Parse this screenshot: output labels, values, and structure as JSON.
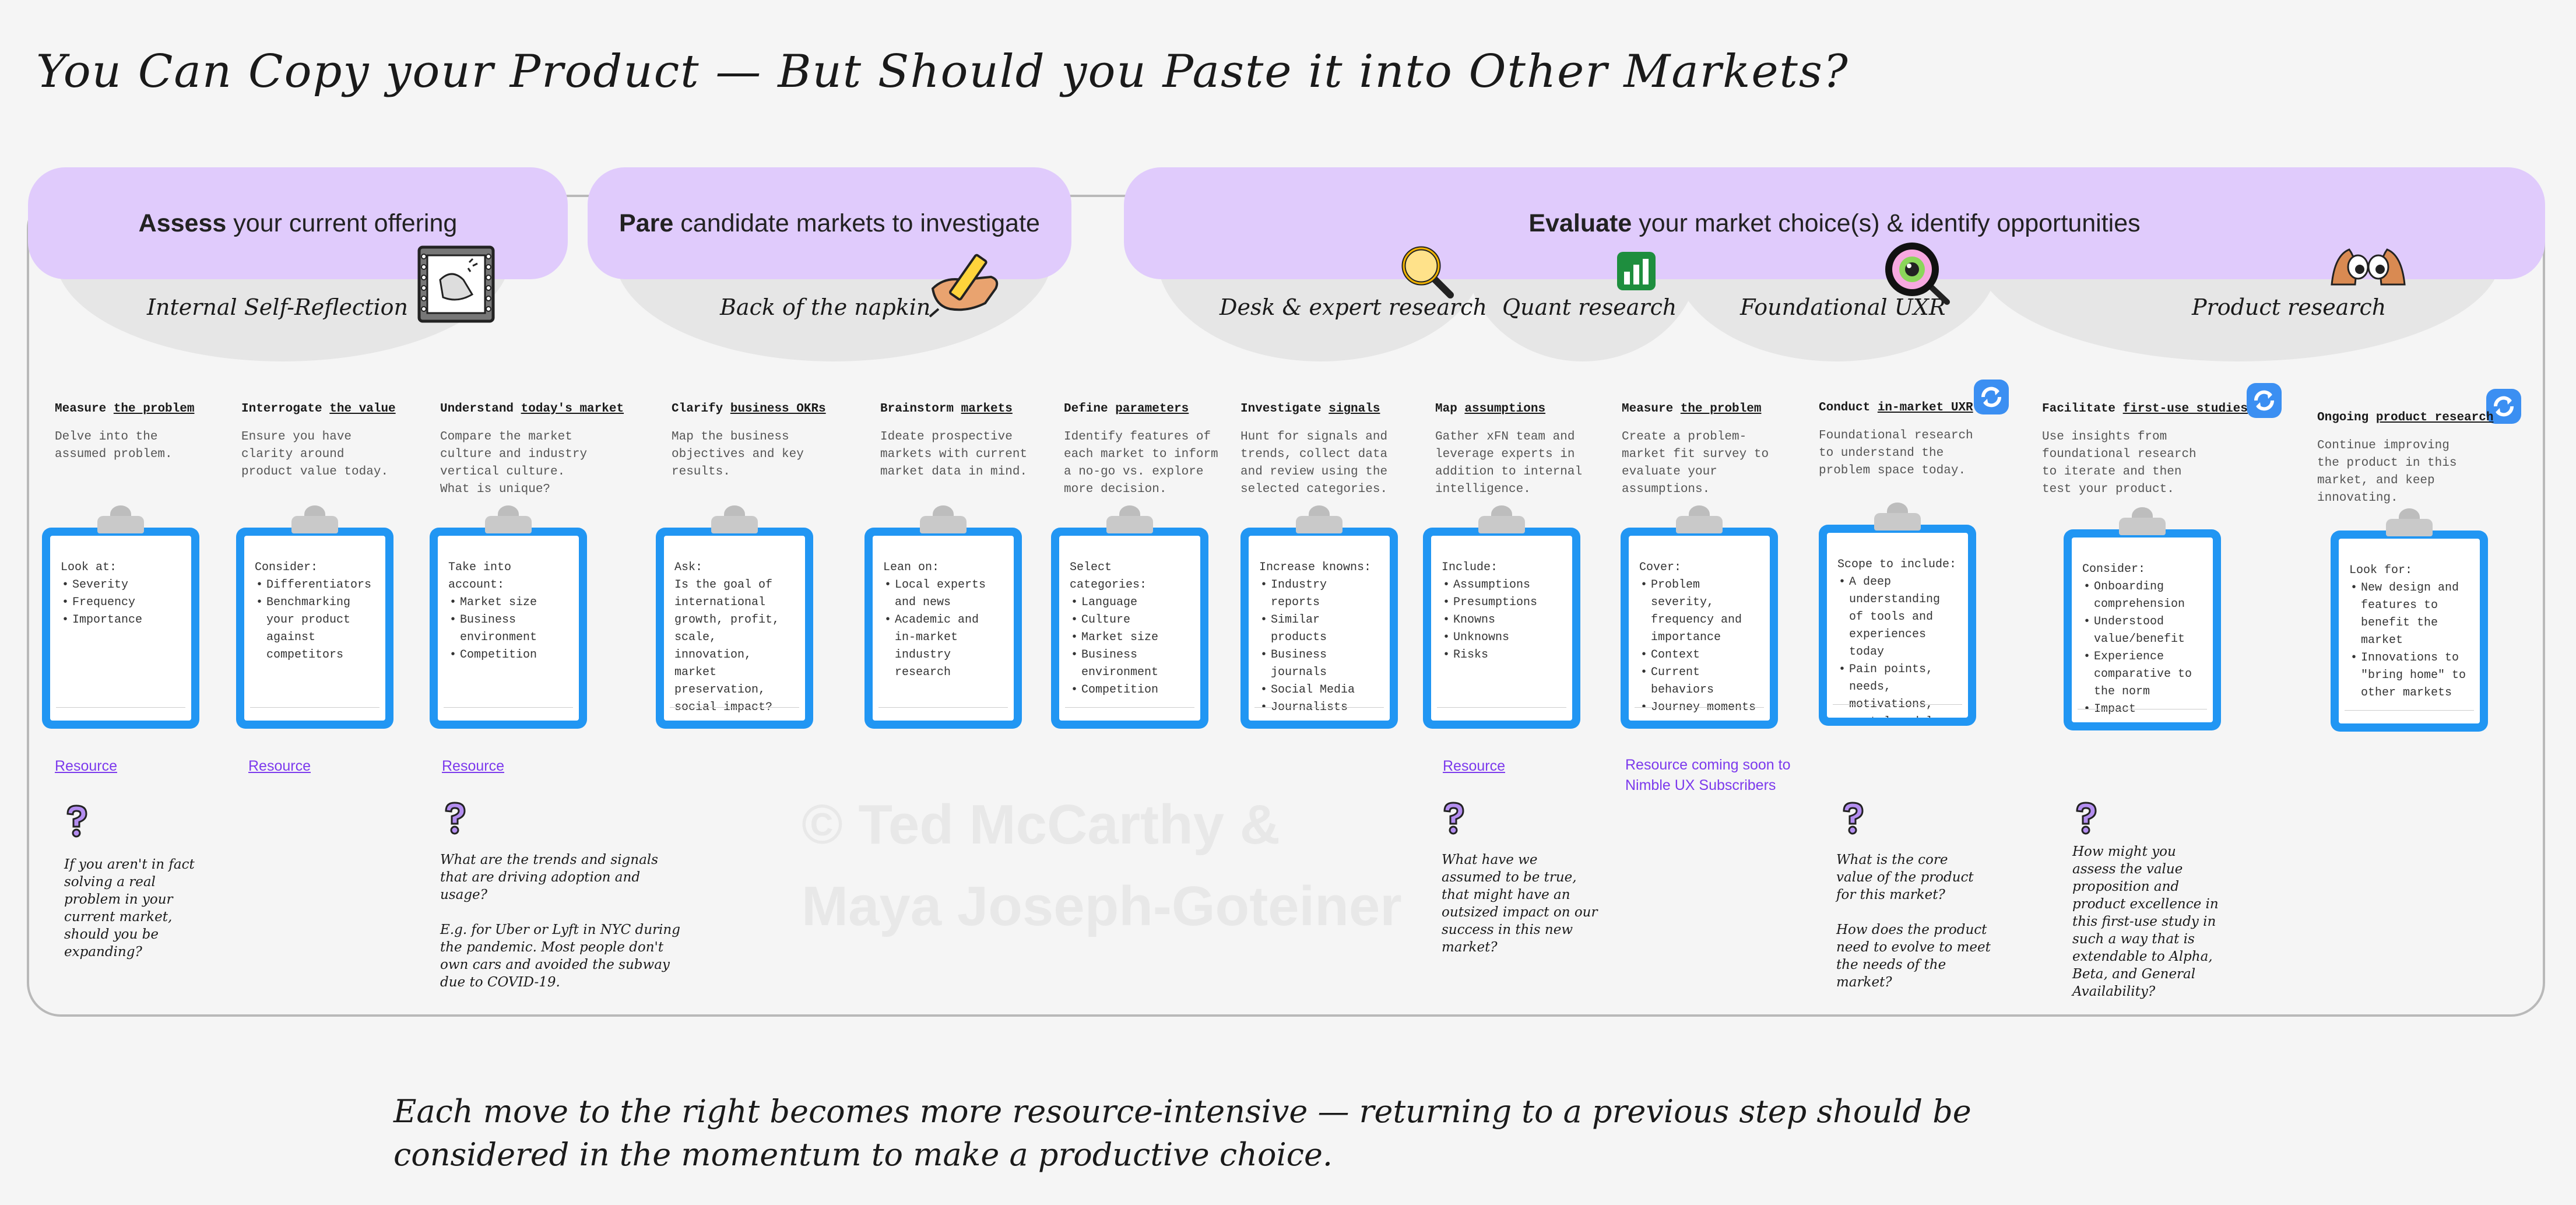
{
  "title": "You Can Copy your Product — But Should you Paste it into Other Markets?",
  "phases": [
    {
      "bold": "Assess",
      "rest": "your current offering",
      "sublabels": [
        "Internal Self-Reflection"
      ]
    },
    {
      "bold": "Pare",
      "rest": "candidate markets to investigate",
      "sublabels": [
        "Back of the napkin"
      ]
    },
    {
      "bold": "Evaluate",
      "rest": "your market choice(s) & identify opportunities",
      "sublabels": [
        "Desk & expert research",
        "Quant research",
        "Foundational UXR",
        "Product research"
      ]
    }
  ],
  "icons": {
    "assess": "sketch-pad-icon",
    "pare": "pencil-hand-icon",
    "desk": "magnifier-icon",
    "quant": "bar-chart-icon",
    "uxr": "eye-lens-icon",
    "product": "peeking-eyes-icon",
    "iterate": "refresh-cycle-icon",
    "question": "question-mark-icon"
  },
  "steps": [
    {
      "verb": "Measure",
      "obj": "the problem",
      "desc": "Delve into the\nassumed problem.",
      "clip_heading": "Look at:",
      "clip_items": [
        "Severity",
        "Frequency",
        "Importance"
      ],
      "resource": "Resource",
      "question": "If you aren't in fact\nsolving a real\nproblem in your\ncurrent market,\nshould you be\nexpanding?"
    },
    {
      "verb": "Interrogate",
      "obj": "the value",
      "desc": "Ensure you have\nclarity around\nproduct value today.",
      "clip_heading": "Consider:",
      "clip_items": [
        "Differentiators",
        "Benchmarking your product against competitors"
      ],
      "resource": "Resource"
    },
    {
      "verb": "Understand",
      "obj": "today's market",
      "desc": "Compare the market\nculture and industry\nvertical culture.\nWhat is unique?",
      "clip_heading": "Take into account:",
      "clip_items": [
        "Market size",
        "Business environment",
        "Competition"
      ],
      "resource": "Resource",
      "question": "What are the trends and signals\nthat are driving adoption and\nusage?\n\nE.g. for Uber or Lyft in NYC during\nthe pandemic. Most people don't\nown cars and avoided the subway\ndue to COVID-19."
    },
    {
      "verb": "Clarify",
      "obj": "business OKRs",
      "desc": "Map the business\nobjectives and key\nresults.",
      "clip_heading": "Ask:",
      "clip_text": "Is the goal of international growth, profit, scale, innovation, market preservation, social impact?"
    },
    {
      "verb": "Brainstorm",
      "obj": "markets",
      "desc": "Ideate prospective\nmarkets with current\nmarket data in mind.",
      "clip_heading": "Lean on:",
      "clip_items": [
        "Local experts and news",
        "Academic and in-market industry research"
      ]
    },
    {
      "verb": "Define",
      "obj": "parameters",
      "desc": "Identify features of\neach market to inform\na no-go vs. explore\nmore decision.",
      "clip_heading": "Select categories:",
      "clip_items": [
        "Language",
        "Culture",
        "Market size",
        "Business environment",
        "Competition"
      ]
    },
    {
      "verb": "Investigate",
      "obj": "signals",
      "desc": "Hunt for signals and\ntrends, collect data\nand review using the\nselected categories.",
      "clip_heading": "Increase knowns:",
      "clip_items": [
        "Industry reports",
        "Similar products",
        "Business journals",
        "Social Media",
        "Journalists"
      ]
    },
    {
      "verb": "Map",
      "obj": "assumptions",
      "desc": "Gather xFN team and\nleverage experts in\naddition to internal\nintelligence.",
      "clip_heading": "Include:",
      "clip_items": [
        "Assumptions",
        "Presumptions",
        "Knowns",
        "Unknowns",
        "Risks"
      ],
      "resource": "Resource",
      "question": "What have we\nassumed to be true,\nthat might have an\noutsized impact on our\nsuccess in this new\nmarket?"
    },
    {
      "verb": "Measure",
      "obj": "the problem",
      "desc": "Create a problem-\nmarket fit survey to\nevaluate your\nassumptions.",
      "clip_heading": "Cover:",
      "clip_items": [
        "Problem severity, frequency and importance",
        "Context",
        "Current behaviors",
        "Journey moments"
      ],
      "resource_note": "Resource coming soon to\nNimble UX Subscribers"
    },
    {
      "verb": "Conduct",
      "obj": "in-market UXR",
      "desc": "Foundational research\nto understand the\nproblem space today.",
      "clip_heading": "Scope to include:",
      "clip_items": [
        "A deep understanding of tools and experiences today",
        "Pain points, needs, motivations, mental models"
      ],
      "question": "What is the core\nvalue of the product\nfor this market?\n\nHow does the product\nneed to evolve to meet\nthe needs of the\nmarket?"
    },
    {
      "verb": "Facilitate",
      "obj": "first-use studies",
      "desc": "Use insights from\nfoundational research\nto iterate and then\ntest your product.",
      "clip_heading": "Consider:",
      "clip_items": [
        "Onboarding comprehension",
        "Understood value/benefit",
        "Experience comparative to the norm",
        "Impact"
      ],
      "question": "How might you\nassess the value\nproposition and\nproduct excellence in\nthis first-use study in\nsuch a way that is\nextendable to Alpha,\nBeta, and General\nAvailability?"
    },
    {
      "verb": "Ongoing",
      "obj": "product research",
      "desc": "Continue improving\nthe product in this\nmarket, and keep\ninnovating.",
      "clip_heading": "Look for:",
      "clip_items": [
        "New design and features to benefit the market",
        "Innovations to \"bring home\" to other markets"
      ]
    }
  ],
  "watermark": "© Ted McCarthy &\nMaya Joseph-Goteiner",
  "footer": "Each move to the right becomes more resource-intensive — returning to a previous step should be\nconsidered in the momentum to make a productive choice."
}
